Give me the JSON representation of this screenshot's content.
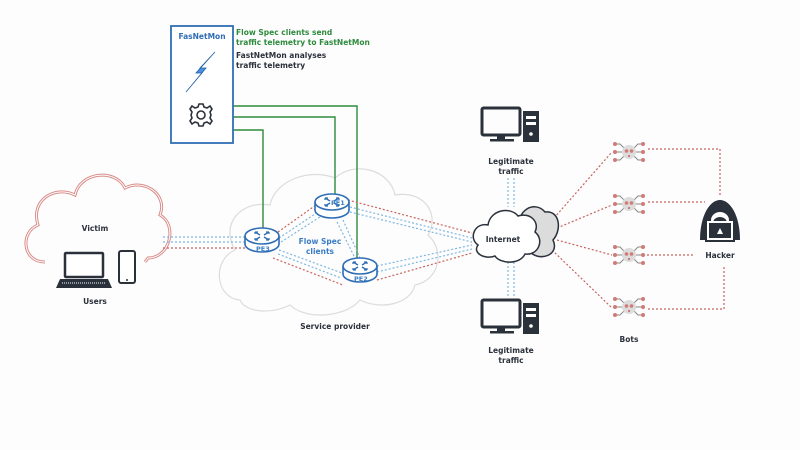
{
  "fastnetmon": {
    "brand": "FasNetMon",
    "note_green_line1": "Flow Spec clients send",
    "note_green_line2": "traffic telemetry to FastNetMon",
    "note_dark_line1": "FastNetMon analyses",
    "note_dark_line2": "traffic telemetry",
    "icons": [
      "lightning-icon",
      "gear-icon"
    ]
  },
  "victim": {
    "cloud_label": "Victim",
    "users_label": "Users",
    "icons": [
      "laptop-icon",
      "phone-icon"
    ]
  },
  "service_provider": {
    "label": "Service provider",
    "flowspec_line1": "Flow Spec",
    "flowspec_line2": "clients",
    "routers": [
      "PE1",
      "PE2",
      "PE3"
    ]
  },
  "internet": {
    "label": "Internet"
  },
  "legit_top": {
    "line1": "Legitimate",
    "line2": "traffic"
  },
  "legit_bottom": {
    "line1": "Legitimate",
    "line2": "traffic"
  },
  "bots": {
    "label": "Bots",
    "count": 4
  },
  "hacker": {
    "label": "Hacker"
  },
  "colors": {
    "brand_blue": "#2f6db5",
    "telemetry_green": "#2e8b3c",
    "attack_red": "#c9635d",
    "legit_blue": "#7fb8e0",
    "dark": "#2b313b"
  }
}
